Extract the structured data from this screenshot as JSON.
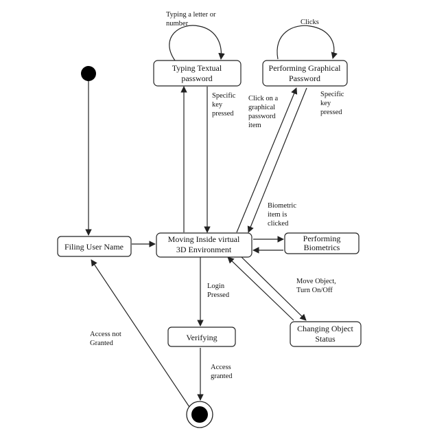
{
  "states": {
    "typing_textual": {
      "line1": "Typing Textual",
      "line2": "password"
    },
    "performing_graphical": {
      "line1": "Performing Graphical",
      "line2": "Password"
    },
    "filing_user_name": {
      "label": "Filing User Name"
    },
    "moving_inside": {
      "line1": "Moving Inside virtual",
      "line2": "3D Environment"
    },
    "performing_biometrics": {
      "line1": "Performing",
      "line2": "Biometrics"
    },
    "verifying": {
      "label": "Verifying"
    },
    "changing_object": {
      "line1": "Changing Object",
      "line2": "Status"
    }
  },
  "transitions": {
    "typing_letter": {
      "line1": "Typing a letter or",
      "line2": "number"
    },
    "clicks": {
      "label": "Clicks"
    },
    "specific_key_1": {
      "line1": "Specific",
      "line2": "key",
      "line3": "pressed"
    },
    "click_graphical": {
      "line1": "Click on a",
      "line2": "graphical",
      "line3": "password",
      "line4": "item"
    },
    "specific_key_2": {
      "line1": "Specific",
      "line2": "key",
      "line3": "pressed"
    },
    "biometric_clicked": {
      "line1": "Biometric",
      "line2": "item is",
      "line3": "clicked"
    },
    "login_pressed": {
      "line1": "Login",
      "line2": "Pressed"
    },
    "move_object": {
      "line1": "Move Object,",
      "line2": "Turn On/Off"
    },
    "access_not_granted": {
      "line1": "Access not",
      "line2": "Granted"
    },
    "access_granted": {
      "line1": "Access",
      "line2": "granted"
    }
  },
  "colors": {
    "line": "#222222",
    "fill": "#000000"
  }
}
